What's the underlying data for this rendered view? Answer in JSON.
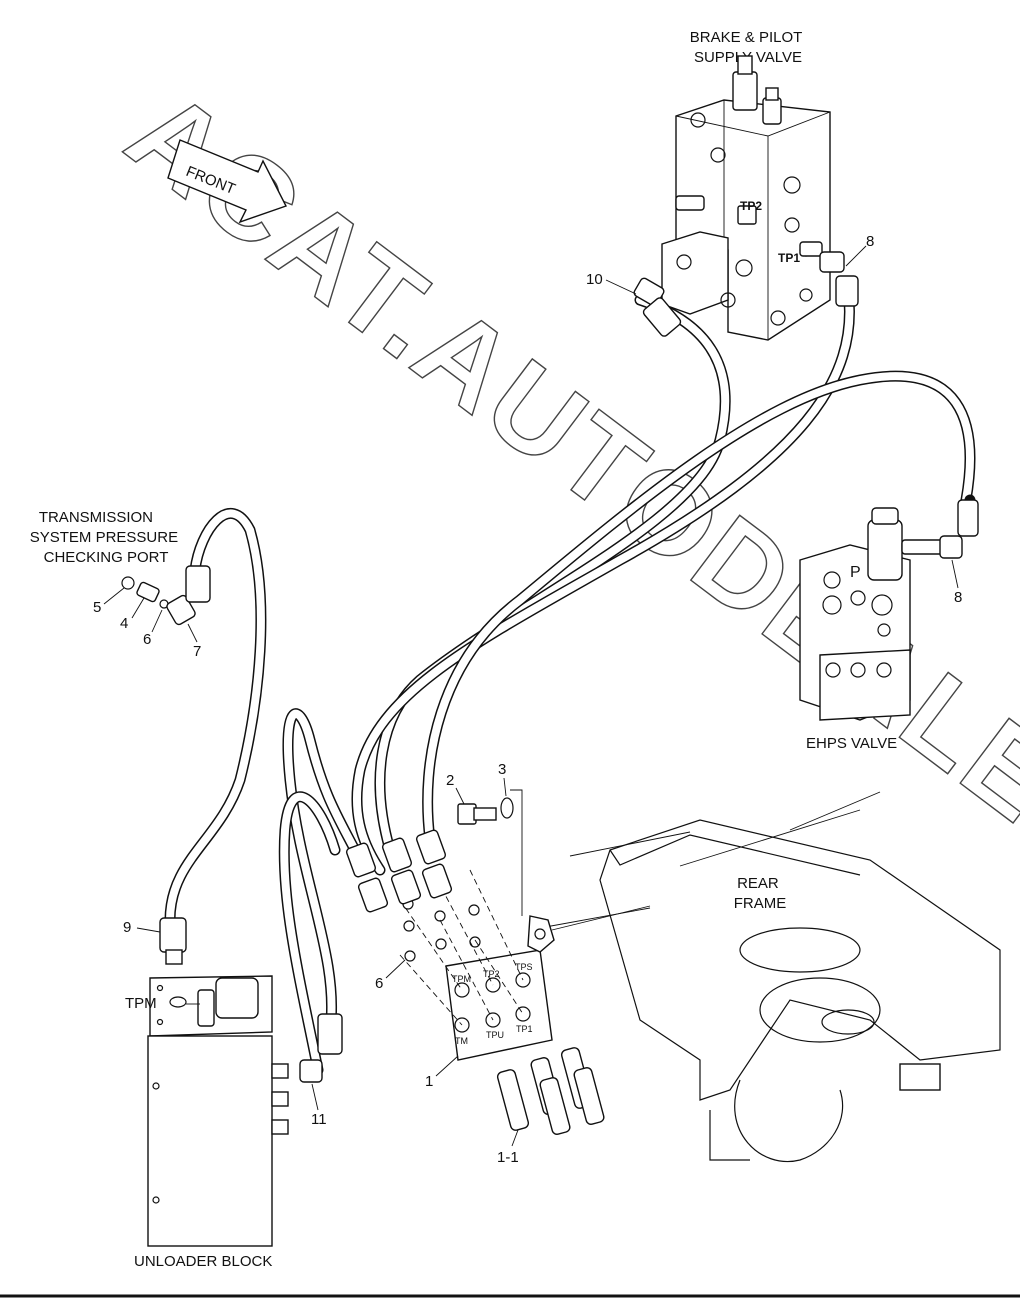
{
  "watermark": "ACAT.AUTODEALER.RU",
  "labels": {
    "brake_valve": [
      "BRAKE & PILOT",
      "SUPPLY VALVE"
    ],
    "front": "FRONT",
    "transmission_port": [
      "TRANSMISSION",
      "SYSTEM PRESSURE",
      "CHECKING PORT"
    ],
    "ehps_valve": "EHPS VALVE",
    "rear_frame": [
      "REAR",
      "FRAME"
    ],
    "unloader_block": "UNLOADER BLOCK",
    "tpm": "TPM"
  },
  "valve_marks": {
    "tp2": "TP2",
    "tp1": "TP1",
    "p": "P"
  },
  "plate_ports": [
    "TPM",
    "TP2",
    "TPS",
    "TM",
    "TPU",
    "TP1"
  ],
  "callouts": {
    "c10": "10",
    "c8a": "8",
    "c8b": "8",
    "c5": "5",
    "c4": "4",
    "c6a": "6",
    "c7": "7",
    "c2": "2",
    "c3": "3",
    "c9": "9",
    "c6b": "6",
    "c1": "1",
    "c11": "11",
    "c1_1": "1-1"
  }
}
